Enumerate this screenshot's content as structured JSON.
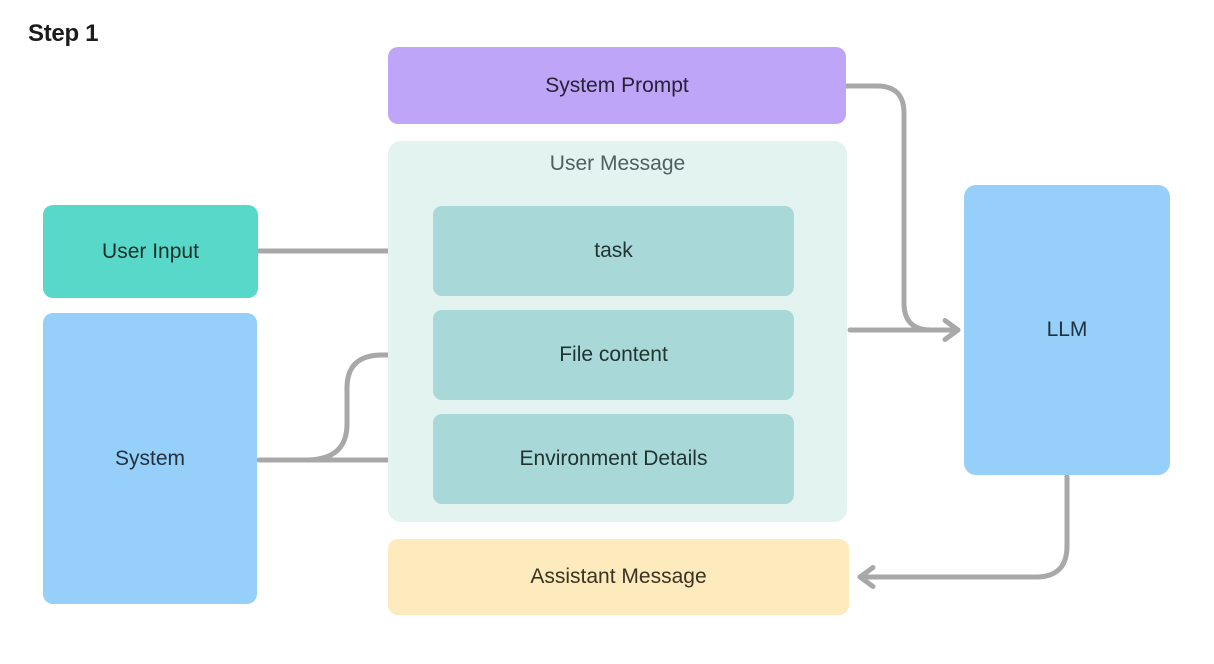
{
  "page": {
    "title": "Step 1"
  },
  "colors": {
    "user_input_teal": "#58d8c9",
    "system_blue": "#96d0fa",
    "system_prompt_purple": "#bfa5f8",
    "user_message_mint": "#e2f3f0",
    "inner_box_teal": "#a8d9d8",
    "assistant_yellow": "#fdebbd",
    "arrow_gray": "#a8a8a8",
    "background": "#ffffff"
  },
  "nodes": {
    "user_input": {
      "label": "User Input"
    },
    "system": {
      "label": "System"
    },
    "system_prompt": {
      "label": "System Prompt"
    },
    "user_message_group": {
      "label": "User Message"
    },
    "task": {
      "label": "task"
    },
    "file_content": {
      "label": "File content"
    },
    "environment_details": {
      "label": "Environment Details"
    },
    "llm": {
      "label": "LLM"
    },
    "assistant_message": {
      "label": "Assistant Message"
    }
  },
  "edges": [
    {
      "from": "user_input",
      "to": "task"
    },
    {
      "from": "system",
      "to": "file_content"
    },
    {
      "from": "system",
      "to": "environment_details"
    },
    {
      "from": "system_prompt",
      "to": "llm"
    },
    {
      "from": "user_message_group",
      "to": "llm"
    },
    {
      "from": "llm",
      "to": "assistant_message"
    }
  ]
}
